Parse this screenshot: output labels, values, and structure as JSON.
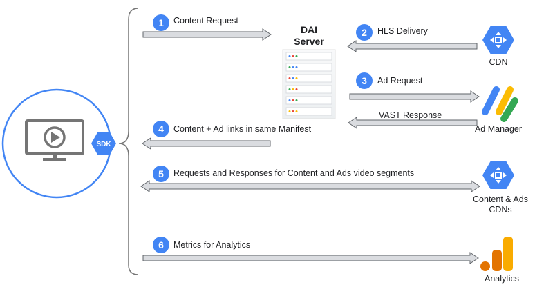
{
  "server": {
    "title_line1": "DAI",
    "title_line2": "Server"
  },
  "player": {
    "sdk_label": "SDK"
  },
  "steps": [
    {
      "num": "1",
      "label": "Content Request"
    },
    {
      "num": "2",
      "label": "HLS Delivery"
    },
    {
      "num": "3",
      "label": "Ad Request"
    },
    {
      "num": "4",
      "label": "Content + Ad links in same Manifest"
    },
    {
      "num": "5",
      "label": "Requests and Responses for Content and Ads video segments"
    },
    {
      "num": "6",
      "label": "Metrics for Analytics"
    }
  ],
  "unnumbered": {
    "vast_response": "VAST Response"
  },
  "endpoints": {
    "cdn": "CDN",
    "ad_manager": "Ad Manager",
    "content_ads_cdns_line1": "Content & Ads",
    "content_ads_cdns_line2": "CDNs",
    "analytics": "Analytics"
  },
  "colors": {
    "google_blue": "#4285f4",
    "arrow_fill": "#dadce0",
    "arrow_stroke": "#5f6368",
    "ad_manager_yellow": "#fbbc04",
    "ad_manager_green": "#34a853",
    "analytics_orange": "#f9ab00"
  },
  "icons": [
    "monitor-play-icon",
    "cdn-hexagon-icon",
    "ad-manager-icon",
    "analytics-icon",
    "server-rack-icon"
  ]
}
